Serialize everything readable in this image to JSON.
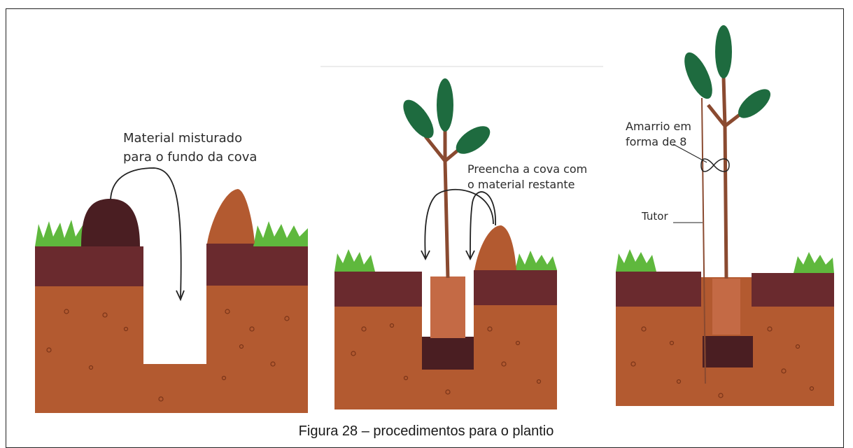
{
  "caption": "Figura 28 – procedimentos para o plantio",
  "panels": [
    {
      "id": "cova-aberta",
      "labels": {
        "line1": "Material misturado",
        "line2": "para o fundo da cova"
      }
    },
    {
      "id": "plantio",
      "labels": {
        "line1": "Preencha a cova com",
        "line2": "o material restante"
      }
    },
    {
      "id": "tutor",
      "labels": {
        "amarrio_line1": "Amarrio em",
        "amarrio_line2": "forma de 8",
        "tutor": "Tutor"
      }
    }
  ],
  "colors": {
    "topsoil": "#6a2a2e",
    "subsoil": "#b35a30",
    "mixed_material": "#4a1e22",
    "grass": "#5fb83d",
    "leaf": "#1e6b3f",
    "stem": "#8a4a30",
    "root_ball": "#c46a45"
  }
}
